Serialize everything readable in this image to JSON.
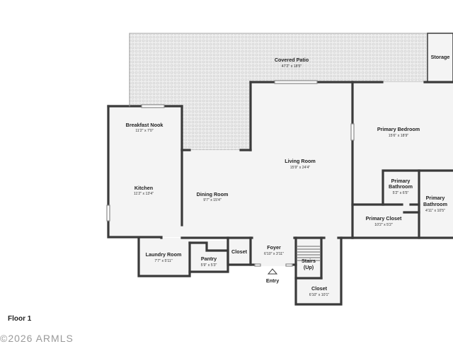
{
  "floor_label": "Floor 1",
  "watermark": "©2026 ARMLS",
  "entry_label": "Entry",
  "rooms": {
    "covered_patio": {
      "name": "Covered Patio",
      "dims": "47'2\" x 18'5\""
    },
    "storage": {
      "name": "Storage",
      "dims": ""
    },
    "breakfast_nook": {
      "name": "Breakfast Nook",
      "dims": "11'2\" x 7'0\""
    },
    "kitchen": {
      "name": "Kitchen",
      "dims": "11'2\" x 13'4\""
    },
    "dining_room": {
      "name": "Dining Room",
      "dims": "9'7\" x 15'4\""
    },
    "living_room": {
      "name": "Living Room",
      "dims": "15'9\" x 24'4\""
    },
    "primary_bedroom": {
      "name": "Primary Bedroom",
      "dims": "15'6\" x 18'9\""
    },
    "primary_bathroom_1": {
      "name_line1": "Primary",
      "name_line2": "Bathroom",
      "dims": "5'2\" x 6'5\""
    },
    "primary_bathroom_2": {
      "name_line1": "Primary",
      "name_line2": "Bathroom",
      "dims": "4'11\" x 10'5\""
    },
    "primary_closet": {
      "name": "Primary Closet",
      "dims": "10'2\" x 5'2\""
    },
    "laundry_room": {
      "name": "Laundry Room",
      "dims": "7'7\" x 5'11\""
    },
    "pantry": {
      "name": "Pantry",
      "dims": "5'9\" x 5'3\""
    },
    "closet_small": {
      "name": "Closet",
      "dims": ""
    },
    "foyer": {
      "name": "Foyer",
      "dims": "6'10\" x 3'11\""
    },
    "stairs": {
      "name_line1": "Stairs",
      "name_line2": "(Up)"
    },
    "closet_lower": {
      "name": "Closet",
      "dims": "6'10\" x 10'1\""
    }
  }
}
